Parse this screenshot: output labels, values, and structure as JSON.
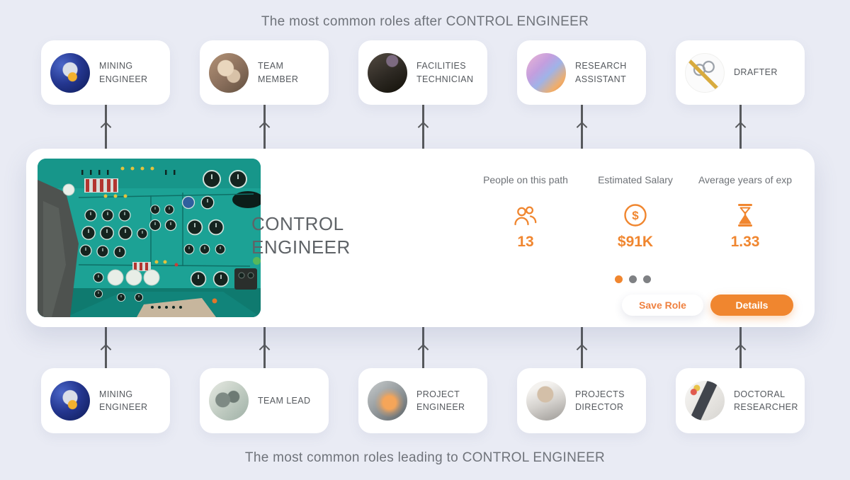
{
  "colors": {
    "background": "#E9EBF4",
    "accent_orange": "#F0862F",
    "panel_teal": "#1CA295",
    "status_green": "#57B85A",
    "arrow_gray": "#57595C",
    "inactive_dot_gray": "#7F8184"
  },
  "titles": {
    "top": "The most common roles after CONTROL ENGINEER",
    "bottom": "The most common roles leading to CONTROL ENGINEER"
  },
  "roles_after": [
    {
      "title": "MINING ENGINEER",
      "image_desc": "Miner with headlamp and orange gear in a blue-lit tunnel"
    },
    {
      "title": "TEAM MEMBER",
      "image_desc": "Stacked hands of a team"
    },
    {
      "title": "FACILITIES TECHNICIAN",
      "image_desc": "Technician reaching into dark machinery"
    },
    {
      "title": "RESEARCH ASSISTANT",
      "image_desc": "Colorful laboratory glassware with pipette"
    },
    {
      "title": "DRAFTER",
      "image_desc": "Pencil sketch of eyeglasses with a yellow pencil"
    }
  ],
  "roles_before": [
    {
      "title": "MINING ENGINEER",
      "image_desc": "Miner with headlamp and orange gear in a blue-lit tunnel"
    },
    {
      "title": "TEAM LEAD",
      "image_desc": "Team meeting in a bright office"
    },
    {
      "title": "PROJECT ENGINEER",
      "image_desc": "Industrial machinery with orange sparks"
    },
    {
      "title": "PROJECTS DIRECTOR",
      "image_desc": "Hand writing on documents"
    },
    {
      "title": "DOCTORAL RESEARCHER",
      "image_desc": "Laptop and papers on a white desk"
    }
  ],
  "main_card": {
    "title": "CONTROL ENGINEER",
    "image_desc": "Teal vintage aircraft control panel covered in gauges and switches",
    "stats": [
      {
        "label": "People on this path",
        "icon": "people-icon",
        "value": "13"
      },
      {
        "label": "Estimated Salary",
        "icon": "dollar-icon",
        "value": "$91K"
      },
      {
        "label": "Average years of exp",
        "icon": "hourglass-icon",
        "value": "1.33"
      }
    ],
    "pagination": {
      "dots": 3,
      "active_index": 0
    },
    "buttons": {
      "save": "Save Role",
      "details": "Details"
    }
  }
}
